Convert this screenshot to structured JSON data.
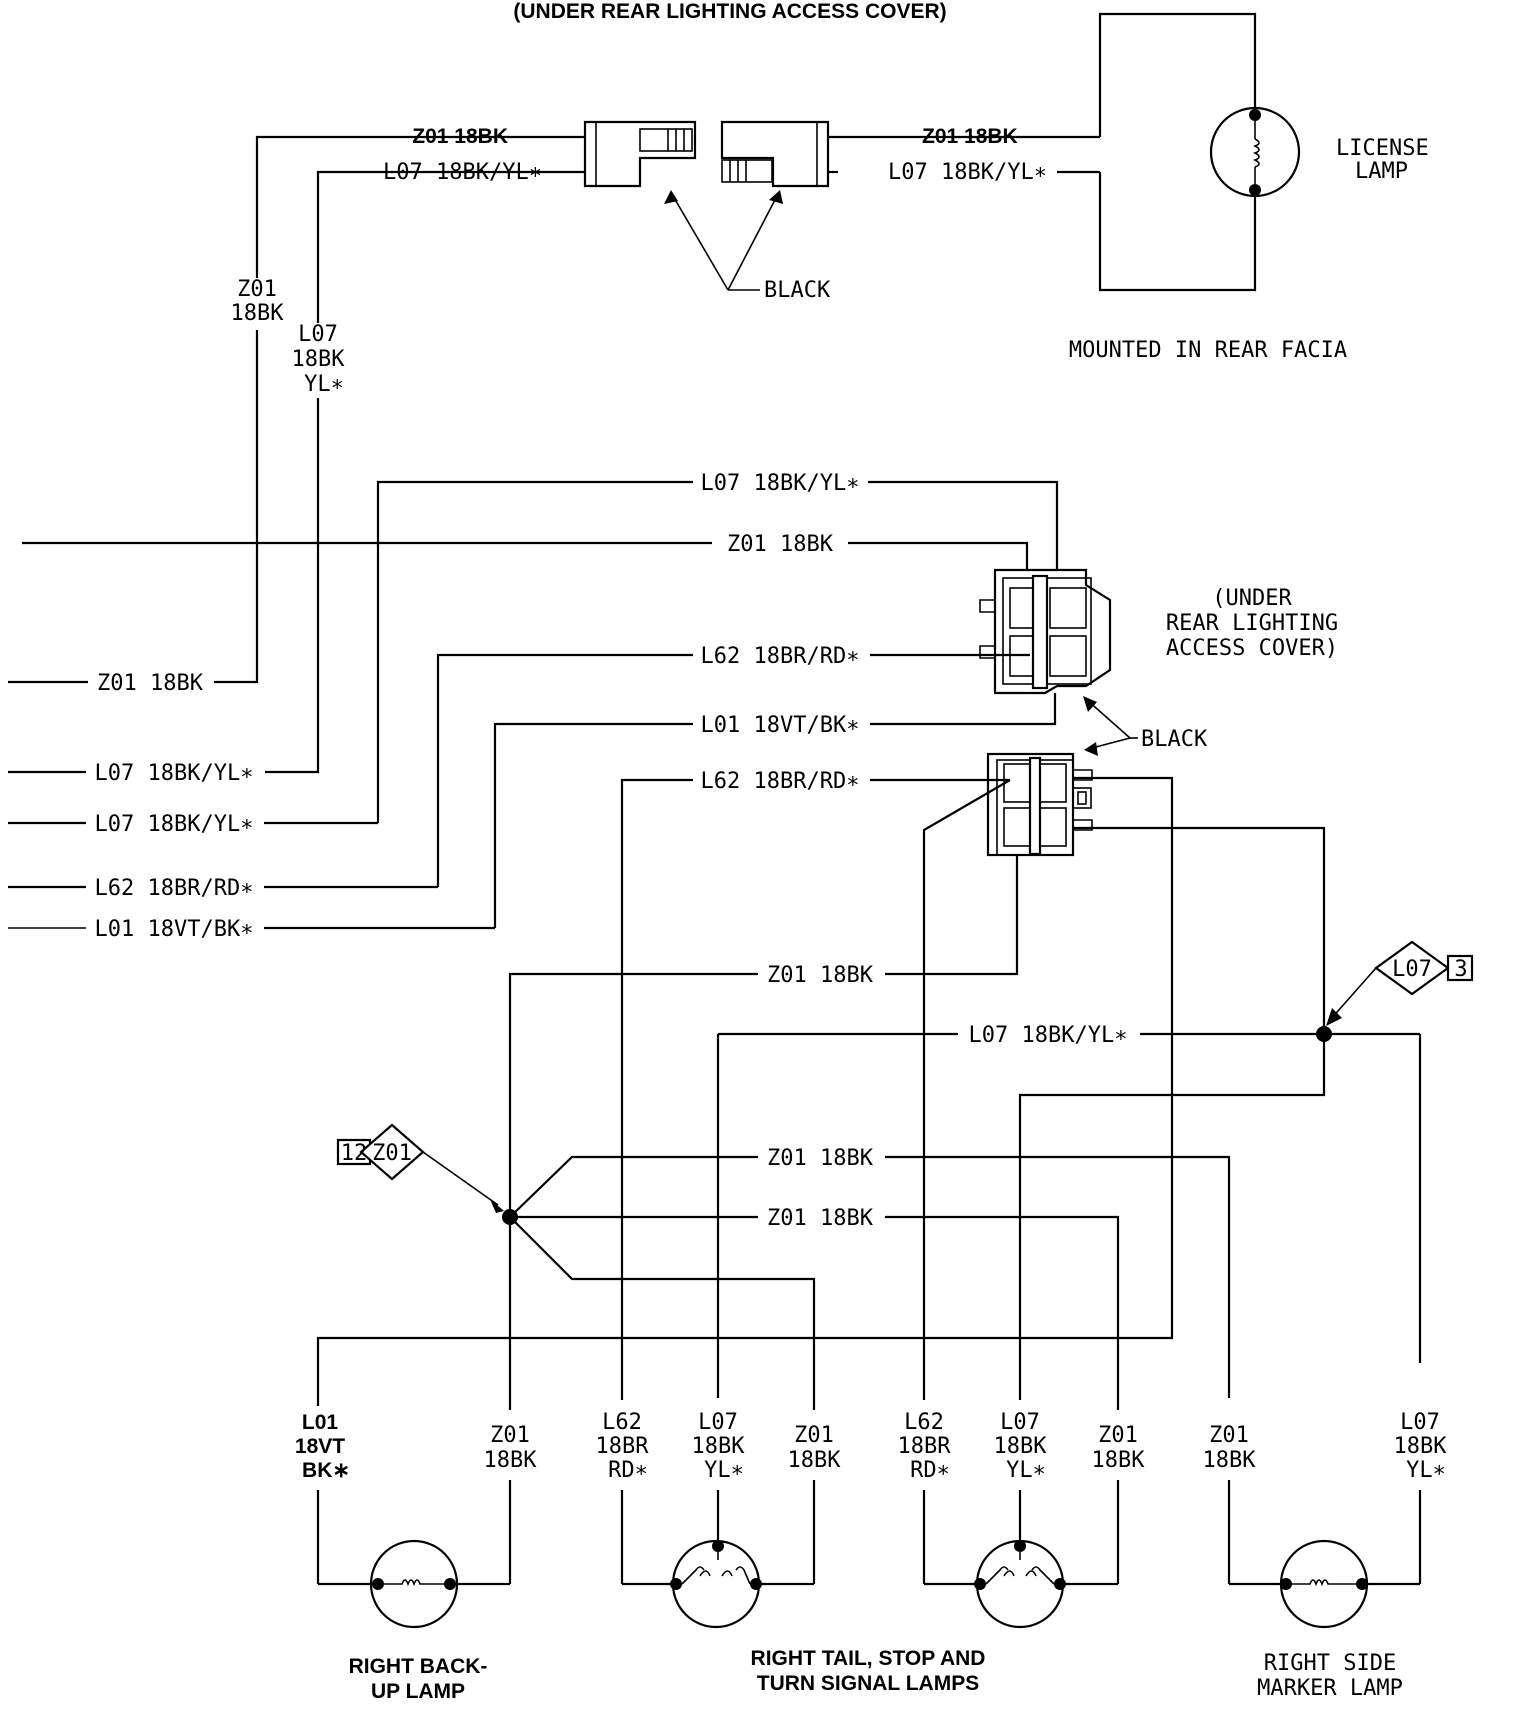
{
  "header_note": "(UNDER REAR LIGHTING ACCESS COVER)",
  "license_lamp": {
    "label_line1": "LICENSE",
    "label_line2": "LAMP",
    "mount_note": "MOUNTED IN REAR FACIA"
  },
  "top_connector": {
    "wire_a": "Z01 18BK",
    "wire_b": "L07 18BK/YL∗",
    "color_label": "BLACK"
  },
  "vertical_labels": {
    "z01_line1": "Z01",
    "z01_line2": "18BK",
    "l07_line1": "L07",
    "l07_line2": "18BK",
    "l07_line3": "YL∗"
  },
  "mid_connector": {
    "wires": [
      "L07 18BK/YL∗",
      "Z01 18BK",
      "L62 18BR/RD∗",
      "L01 18VT/BK∗",
      "L62 18BR/RD∗"
    ],
    "note_line1": "(UNDER",
    "note_line2": "REAR LIGHTING",
    "note_line3": "ACCESS COVER)",
    "color_label": "BLACK"
  },
  "left_wires": [
    "Z01 18BK",
    "L07 18BK/YL∗",
    "L07 18BK/YL∗",
    "L62 18BR/RD∗",
    "L01 18VT/BK∗"
  ],
  "lower_wires": [
    "Z01 18BK",
    "L07 18BK/YL∗",
    "Z01 18BK",
    "Z01 18BK"
  ],
  "ref_tags": {
    "right_tag": "L07",
    "right_num": "3",
    "left_tag": "Z01",
    "left_num": "12"
  },
  "drops": [
    [
      "L01",
      "18VT",
      "BK∗"
    ],
    [
      "Z01",
      "18BK"
    ],
    [
      "L62",
      "18BR",
      "RD∗"
    ],
    [
      "L07",
      "18BK",
      "YL∗"
    ],
    [
      "Z01",
      "18BK"
    ],
    [
      "L62",
      "18BR",
      "RD∗"
    ],
    [
      "L07",
      "18BK",
      "YL∗"
    ],
    [
      "Z01",
      "18BK"
    ],
    [
      "Z01",
      "18BK"
    ],
    [
      "L07",
      "18BK",
      "YL∗"
    ]
  ],
  "lamps": {
    "backup_line1": "RIGHT BACK-",
    "backup_line2": "UP LAMP",
    "tail_line1": "RIGHT TAIL, STOP AND",
    "tail_line2": "TURN SIGNAL LAMPS",
    "marker_line1": "RIGHT SIDE",
    "marker_line2": "MARKER LAMP"
  }
}
